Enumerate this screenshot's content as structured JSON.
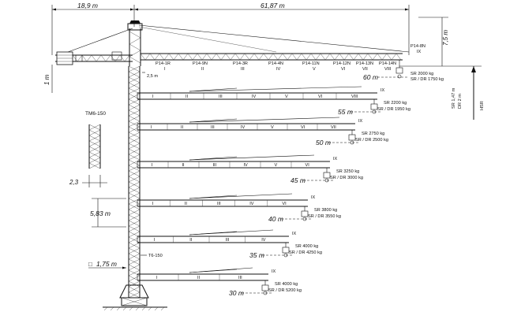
{
  "dimensions": {
    "counter_jib": "18,9 m",
    "jib_total": "61,87 m",
    "tower_head": "7,5 m",
    "left_height": "1 m",
    "head_small": "2,5 m",
    "mast_width": "2,3",
    "mast_section": "5,83 m",
    "base": "1,75 m",
    "hsr_span": "SR 1,47 m",
    "hsr_span2": "DR 2 m"
  },
  "labels": {
    "mast_type": "TM6-150",
    "tie": "T6-150",
    "hsr": "HSR",
    "base_mark": "□"
  },
  "top_jib": {
    "sections": [
      "P14-1R",
      "P14-9N",
      "P14-3R",
      "P14-4N",
      "P14-11N",
      "P14-12N",
      "P14-13N",
      "P14-14N"
    ],
    "numerals": [
      "I",
      "II",
      "III",
      "IV",
      "V",
      "VI",
      "VII",
      "VIII"
    ],
    "tip_section": "P14-8N",
    "tip_numeral": "IX",
    "radius": "60 m",
    "sr": "SR 2000 kg",
    "dr": "SR / DR 1750 kg"
  },
  "configs": [
    {
      "radius": "55 m",
      "sr": "SR  2200 kg",
      "dr": "SR / DR 1950 kg",
      "segments": [
        "I",
        "II",
        "III",
        "IV",
        "V",
        "VI",
        "VIII"
      ],
      "tip": "IX"
    },
    {
      "radius": "50 m",
      "sr": "SR  2750 kg",
      "dr": "SR / DR  2500 kg",
      "segments": [
        "I",
        "II",
        "III",
        "IV",
        "V",
        "VI",
        "VII"
      ],
      "tip": "IX"
    },
    {
      "radius": "45 m",
      "sr": "SR  3250 kg",
      "dr": "SR / DR  3000 kg",
      "segments": [
        "I",
        "II",
        "III",
        "IV",
        "V",
        "VI"
      ],
      "tip": "IX"
    },
    {
      "radius": "40 m",
      "sr": "SR  3800 kg",
      "dr": "SR / DR  3550 kg",
      "segments": [
        "I",
        "II",
        "III",
        "IV",
        "VI"
      ],
      "tip": "IX"
    },
    {
      "radius": "35 m",
      "sr": "SR  4000 kg",
      "dr": "SR / DR  4250 kg",
      "segments": [
        "I",
        "II",
        "III",
        "IV"
      ],
      "tip": "IX"
    },
    {
      "radius": "30 m",
      "sr": "SR  4000 kg",
      "dr": "SR / DR  5200 kg",
      "segments": [
        "I",
        "II",
        "III"
      ],
      "tip": "IX"
    }
  ]
}
